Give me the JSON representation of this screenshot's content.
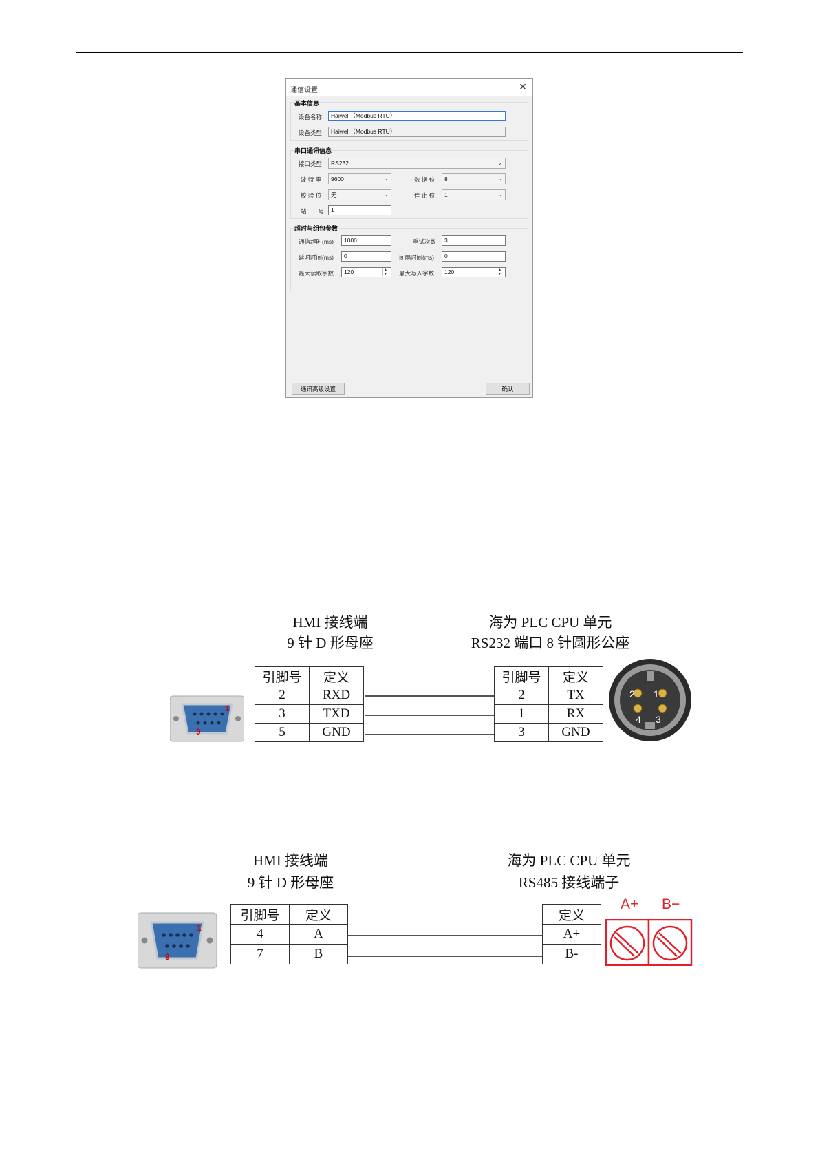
{
  "dialog": {
    "title": "通信设置",
    "close_glyph": "✕",
    "basic": {
      "title": "基本信息",
      "device_name_label": "设备名称",
      "device_name_value": "Haiwell（Modbus RTU）",
      "device_type_label": "设备类型",
      "device_type_value": "Haiwell（Modbus RTU）"
    },
    "serial": {
      "title": "串口通讯信息",
      "port_type_label": "接口类型",
      "port_type_value": "RS232",
      "baud_label": "波 特 率",
      "baud_value": "9600",
      "data_bits_label": "数 据 位",
      "data_bits_value": "8",
      "parity_label": "校 验 位",
      "parity_value": "无",
      "stop_bits_label": "停 止 位",
      "stop_bits_value": "1",
      "station_label": "站　　号",
      "station_value": "1"
    },
    "timeout": {
      "title": "超时与组包参数",
      "comm_timeout_label": "通信超时(ms)",
      "comm_timeout_value": "1000",
      "retry_label": "重试次数",
      "retry_value": "3",
      "delay_label": "延时时间(ms)",
      "delay_value": "0",
      "interval_label": "间隔时间(ms)",
      "interval_value": "0",
      "max_read_label": "最大读取字数",
      "max_read_value": "120",
      "max_write_label": "最大写入字数",
      "max_write_value": "120"
    },
    "advanced_button": "通讯高级设置",
    "ok_button": "确认"
  },
  "diagram1": {
    "left_title_1": "HMI 接线端",
    "left_title_2": "9 针 D 形母座",
    "right_title_1": "海为 PLC CPU 单元",
    "right_title_2": "RS232 端口 8 针圆形公座",
    "col_pin": "引脚号",
    "col_def": "定义",
    "left_rows": [
      {
        "pin": "2",
        "def": "RXD"
      },
      {
        "pin": "3",
        "def": "TXD"
      },
      {
        "pin": "5",
        "def": "GND"
      }
    ],
    "right_rows": [
      {
        "pin": "2",
        "def": "TX"
      },
      {
        "pin": "1",
        "def": "RX"
      },
      {
        "pin": "3",
        "def": "GND"
      }
    ],
    "db9_pin_first": "1",
    "db9_pin_last": "9",
    "din_pins": [
      "2",
      "1",
      "4",
      "3"
    ]
  },
  "diagram2": {
    "left_title_1": "HMI 接线端",
    "left_title_2": "9 针 D 形母座",
    "right_title_1": "海为 PLC CPU 单元",
    "right_title_2": "RS485 接线端子",
    "col_pin": "引脚号",
    "col_def": "定义",
    "left_rows": [
      {
        "pin": "4",
        "def": "A"
      },
      {
        "pin": "7",
        "def": "B"
      }
    ],
    "right_rows": [
      {
        "def": "A+"
      },
      {
        "def": "B-"
      }
    ],
    "terminal_a": "A+",
    "terminal_b": "B−",
    "db9_pin_first": "1",
    "db9_pin_last": "9"
  }
}
